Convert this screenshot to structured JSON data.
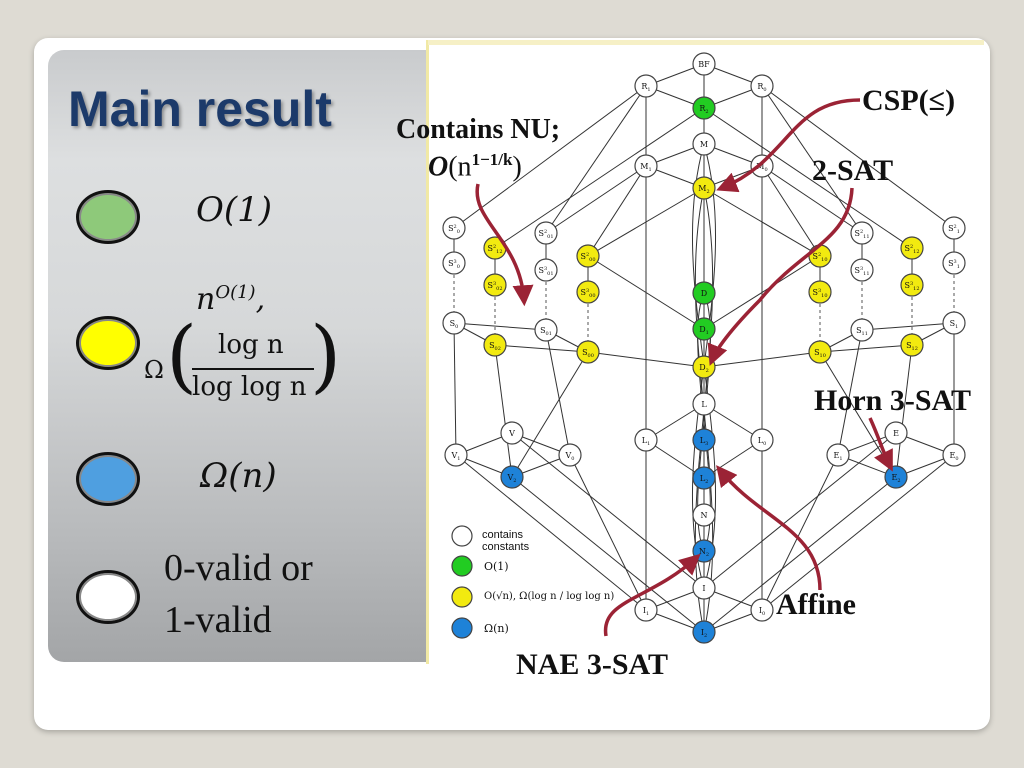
{
  "slide": {
    "title": "Main result",
    "legend": [
      {
        "id": "o1",
        "color": "#8ec97a",
        "math": "O(1)"
      },
      {
        "id": "log",
        "color": "#ffff00",
        "line1": "n",
        "sup1": "O(1)",
        "comma": ",",
        "omega": "Ω",
        "num": "log n",
        "den": "log log n"
      },
      {
        "id": "omega",
        "color": "#4f9fe0",
        "math": "Ω(n)"
      },
      {
        "id": "valid",
        "color": "#ffffff",
        "line1": "0-valid or",
        "line2": "1-valid"
      }
    ]
  },
  "annotations": {
    "contains_nu": "Contains NU;",
    "nu_bound_o": "O",
    "nu_bound_rest": "(n",
    "nu_bound_sup": "1−1/k",
    "nu_bound_close": ")",
    "csp": "CSP(≤)",
    "two_sat": "2-SAT",
    "horn": "Horn 3-SAT",
    "affine": "Affine",
    "nae": "NAE 3-SAT"
  },
  "diagram_legend": {
    "white": "contains constants",
    "green": "O(1)",
    "yellow": "O(√n), Ω(log n / log log n)",
    "blue": "Ω(n)"
  },
  "colors": {
    "white": "#ffffff",
    "green": "#22cc22",
    "yellow": "#f2ea10",
    "blue": "#1e82d8",
    "arrow": "#9b2335"
  },
  "nodes": [
    {
      "id": "BF",
      "t": "BF",
      "c": "white"
    },
    {
      "id": "R1",
      "t": "R",
      "s": "1",
      "c": "white"
    },
    {
      "id": "R0",
      "t": "R",
      "s": "0",
      "c": "white"
    },
    {
      "id": "R2",
      "t": "R",
      "s": "2",
      "c": "green"
    },
    {
      "id": "M",
      "t": "M",
      "c": "white"
    },
    {
      "id": "M1",
      "t": "M",
      "s": "1",
      "c": "white"
    },
    {
      "id": "M0",
      "t": "M",
      "s": "0",
      "c": "white"
    },
    {
      "id": "M2",
      "t": "M",
      "s": "2",
      "c": "yellow"
    },
    {
      "id": "S02",
      "t": "S",
      "p": "2",
      "s": "0",
      "c": "white"
    },
    {
      "id": "S12",
      "t": "S",
      "p": "2",
      "s": "12",
      "c": "yellow"
    },
    {
      "id": "S012",
      "t": "S",
      "p": "2",
      "s": "01",
      "c": "white"
    },
    {
      "id": "S002",
      "t": "S",
      "p": "2",
      "s": "00",
      "c": "yellow"
    },
    {
      "id": "S03",
      "t": "S",
      "p": "3",
      "s": "0",
      "c": "white"
    },
    {
      "id": "S023",
      "t": "S",
      "p": "3",
      "s": "02",
      "c": "yellow"
    },
    {
      "id": "S013",
      "t": "S",
      "p": "3",
      "s": "01",
      "c": "white"
    },
    {
      "id": "S003",
      "t": "S",
      "p": "3",
      "s": "00",
      "c": "yellow"
    },
    {
      "id": "S0",
      "t": "S",
      "s": "0",
      "c": "white"
    },
    {
      "id": "S02b",
      "t": "S",
      "s": "02",
      "c": "yellow"
    },
    {
      "id": "S01",
      "t": "S",
      "s": "01",
      "c": "white"
    },
    {
      "id": "S00",
      "t": "S",
      "s": "00",
      "c": "yellow"
    },
    {
      "id": "S102",
      "t": "S",
      "p": "2",
      "s": "10",
      "c": "yellow"
    },
    {
      "id": "S112",
      "t": "S",
      "p": "2",
      "s": "11",
      "c": "white"
    },
    {
      "id": "S122",
      "t": "S",
      "p": "2",
      "s": "12",
      "c": "yellow"
    },
    {
      "id": "S1_2",
      "t": "S",
      "p": "2",
      "s": "1",
      "c": "white"
    },
    {
      "id": "S103",
      "t": "S",
      "p": "3",
      "s": "10",
      "c": "yellow"
    },
    {
      "id": "S113",
      "t": "S",
      "p": "3",
      "s": "11",
      "c": "white"
    },
    {
      "id": "S123",
      "t": "S",
      "p": "3",
      "s": "12",
      "c": "yellow"
    },
    {
      "id": "S1_3",
      "t": "S",
      "p": "3",
      "s": "1",
      "c": "white"
    },
    {
      "id": "S10",
      "t": "S",
      "s": "10",
      "c": "yellow"
    },
    {
      "id": "S11",
      "t": "S",
      "s": "11",
      "c": "white"
    },
    {
      "id": "S12b",
      "t": "S",
      "s": "12",
      "c": "yellow"
    },
    {
      "id": "S1",
      "t": "S",
      "s": "1",
      "c": "white"
    },
    {
      "id": "D",
      "t": "D",
      "c": "green"
    },
    {
      "id": "D1",
      "t": "D",
      "s": "1",
      "c": "green"
    },
    {
      "id": "D2",
      "t": "D",
      "s": "2",
      "c": "yellow"
    },
    {
      "id": "L",
      "t": "L",
      "c": "white"
    },
    {
      "id": "L1",
      "t": "L",
      "s": "1",
      "c": "white"
    },
    {
      "id": "L0",
      "t": "L",
      "s": "0",
      "c": "white"
    },
    {
      "id": "L3",
      "t": "L",
      "s": "3",
      "c": "blue"
    },
    {
      "id": "L2",
      "t": "L",
      "s": "2",
      "c": "blue"
    },
    {
      "id": "V",
      "t": "V",
      "c": "white"
    },
    {
      "id": "V1",
      "t": "V",
      "s": "1",
      "c": "white"
    },
    {
      "id": "V0",
      "t": "V",
      "s": "0",
      "c": "white"
    },
    {
      "id": "V2",
      "t": "V",
      "s": "2",
      "c": "blue"
    },
    {
      "id": "E",
      "t": "E",
      "c": "white"
    },
    {
      "id": "E1",
      "t": "E",
      "s": "1",
      "c": "white"
    },
    {
      "id": "E0",
      "t": "E",
      "s": "0",
      "c": "white"
    },
    {
      "id": "E2",
      "t": "E",
      "s": "2",
      "c": "blue"
    },
    {
      "id": "N",
      "t": "N",
      "c": "white"
    },
    {
      "id": "N2",
      "t": "N",
      "s": "2",
      "c": "blue"
    },
    {
      "id": "I",
      "t": "I",
      "c": "white"
    },
    {
      "id": "I1",
      "t": "I",
      "s": "1",
      "c": "white"
    },
    {
      "id": "I0",
      "t": "I",
      "s": "0",
      "c": "white"
    },
    {
      "id": "I2",
      "t": "I",
      "s": "2",
      "c": "blue"
    }
  ]
}
